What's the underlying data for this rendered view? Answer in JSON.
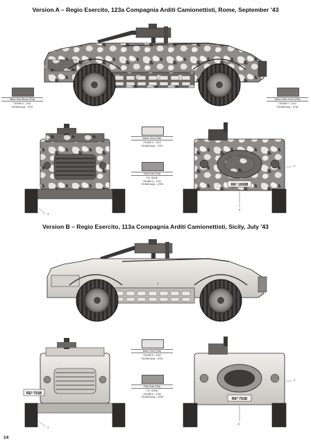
{
  "version_a": {
    "title": "Version A – Regio Esercito, 123a Compagnia Arditi Camionettisti, Rome, September '43",
    "plate": "RE⁰ 1006B",
    "callouts": {
      "rear_right": "2",
      "rear_bottom": "5",
      "front_bottom": "4"
    },
    "paints": [
      {
        "name": "Italian Dark Brown (Flat)",
        "codes": [
          "ITA MM II – 2111",
          "ITA MM Acryl – 4707"
        ],
        "color": "#6e6a68"
      },
      {
        "name": "Italian Olive Green (Flat)",
        "codes": [
          "ITA MM II – 2112",
          "ITA MM Acryl – 4734"
        ],
        "color": "#777472"
      },
      {
        "name": "Italian Sand (Flat)",
        "codes": [
          "ITA MM II – 2110",
          "ITA MM Acryl – 4720"
        ],
        "color": "#e4e2de"
      },
      {
        "name": "Field Drab (Flat)",
        "codes": [
          "F.S. 30118",
          "ITA MM II – 1702",
          "ITA MM Acryl – 4708"
        ],
        "color": "#9a9795"
      }
    ]
  },
  "version_b": {
    "title": "Version B – Regio Esercito, 113a Compagnia Arditi Camionettisti, Sicily, July '43",
    "plate_front": "RE⁰ 791B",
    "plate_rear": "RE⁰ 791B",
    "callouts": {
      "side": "3",
      "rear_right": "2",
      "rear_bottom": "6",
      "front_bottom": "1"
    },
    "paints": [
      {
        "name": "Italian Sand (Flat)",
        "codes": [
          "ITA MM II – 2110",
          "ITA MM Acryl – 4720"
        ],
        "color": "#e4e2de"
      },
      {
        "name": "Field Drab (Flat)",
        "codes": [
          "F.S. 30118",
          "ITA MM II – 1702",
          "ITA MM Acryl – 4708"
        ],
        "color": "#9a9795"
      }
    ]
  },
  "page_number": "14"
}
